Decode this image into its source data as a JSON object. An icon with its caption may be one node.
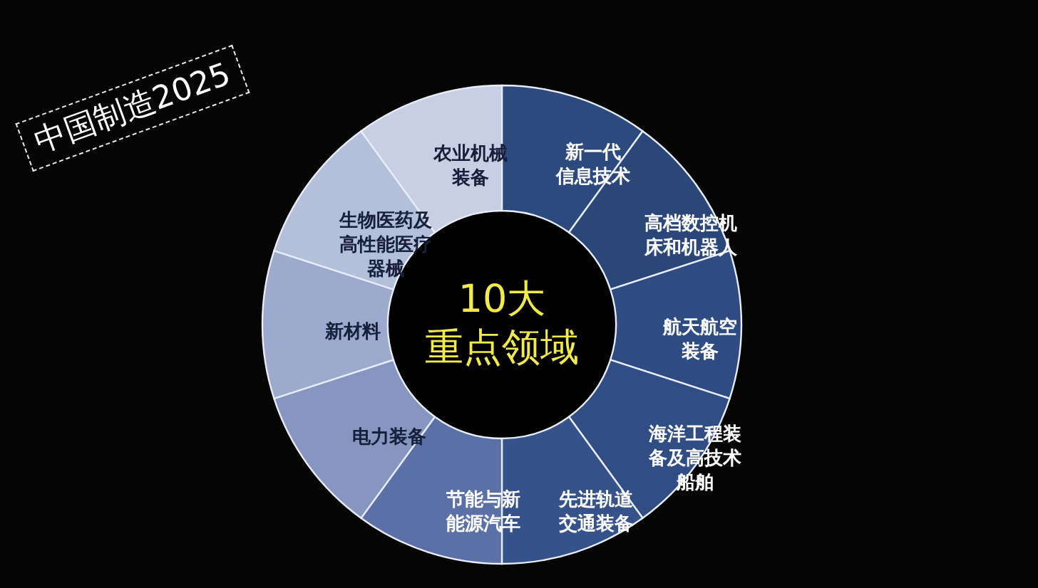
{
  "diagram": {
    "nodes": [
      {
        "text": [
          "中国制造2025"
        ]
      },
      {
        "text": [
          "10大重点领域"
        ]
      },
      {
        "text": [
          "新一代信息技术"
        ]
      },
      {
        "text": [
          "高档数控机床和机器人"
        ]
      },
      {
        "text": [
          "航天航空装备"
        ]
      },
      {
        "text": [
          "海洋工程装备及高技术船舶"
        ]
      },
      {
        "text": [
          "先进轨道交通装备"
        ]
      },
      {
        "text": [
          "节能与新能源汽车"
        ]
      },
      {
        "text": [
          "电力装备"
        ]
      },
      {
        "text": [
          "新材料"
        ]
      },
      {
        "text": [
          "生物医药及高性能医疗器械"
        ]
      },
      {
        "text": [
          "农业机械装备"
        ]
      }
    ]
  }
}
